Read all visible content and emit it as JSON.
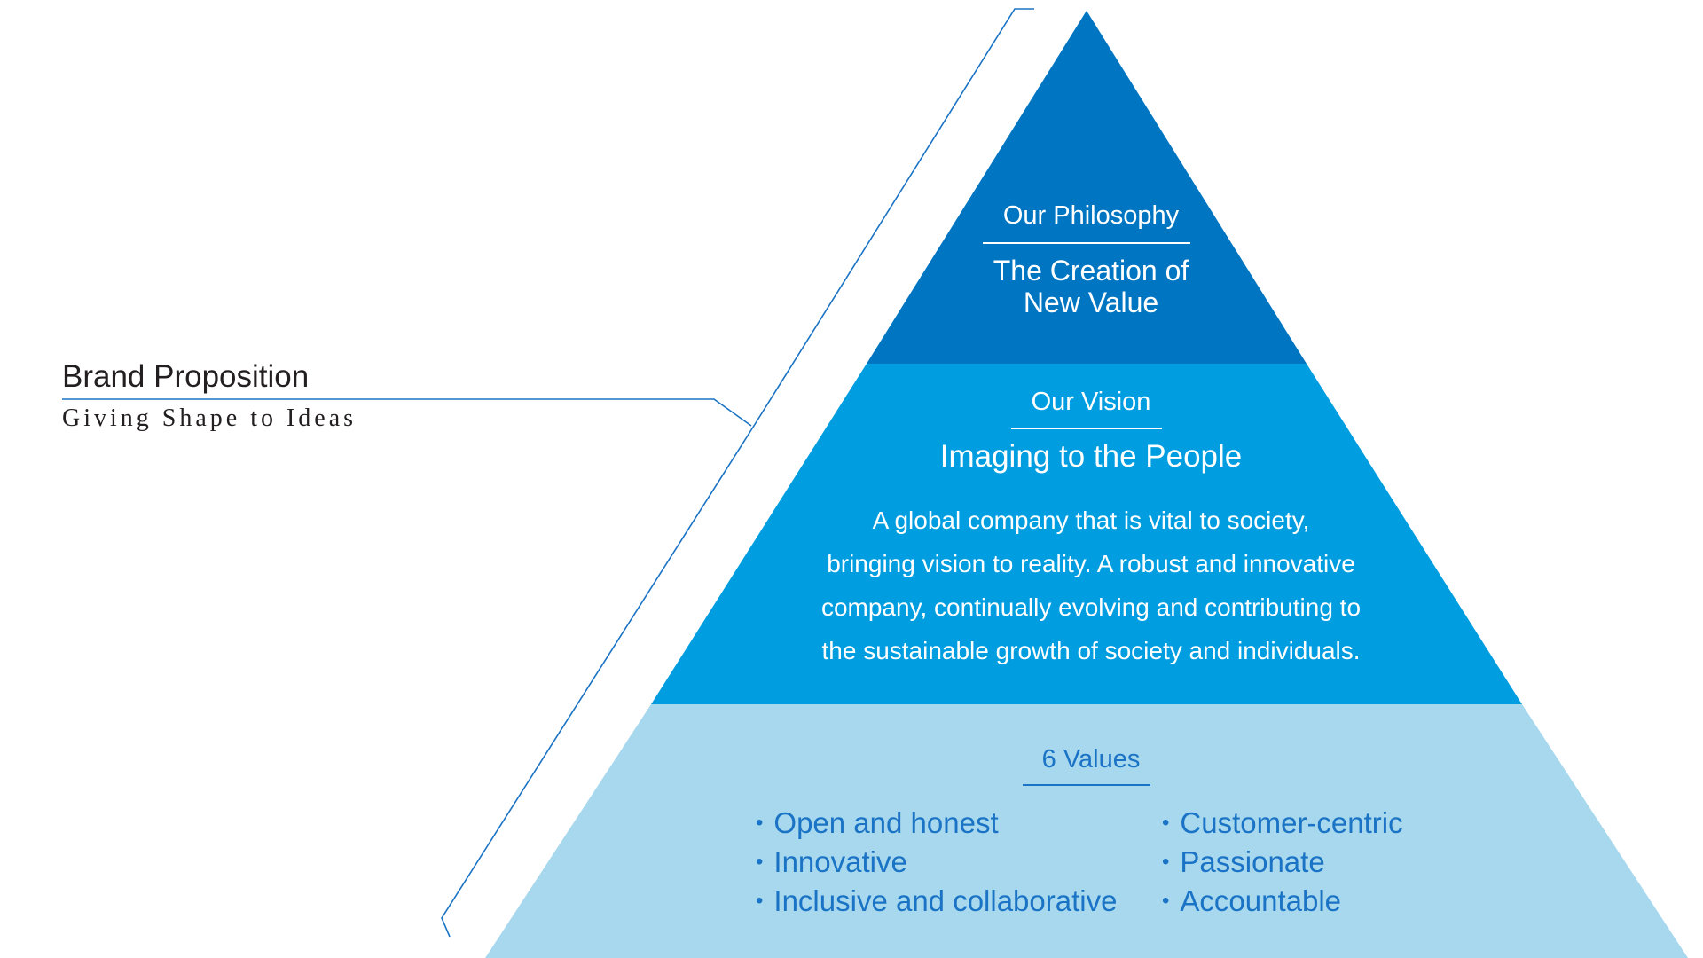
{
  "colors": {
    "apex": "#0075c2",
    "middle": "#009ee0",
    "base": "#a7d8ee",
    "accent_text": "#1a73c4",
    "bracket_line": "#1a73c4"
  },
  "brand_proposition": {
    "title": "Brand Proposition",
    "tagline": "Giving Shape to Ideas"
  },
  "philosophy": {
    "title": "Our Philosophy",
    "statement_line1": "The Creation of",
    "statement_line2": "New Value"
  },
  "vision": {
    "title": "Our Vision",
    "statement": "Imaging to the People",
    "description": [
      "A global company that is vital to society,",
      "bringing vision to reality. A robust and innovative",
      "company,  continually evolving and contributing to",
      "the sustainable growth of society and individuals."
    ]
  },
  "values": {
    "title": "6 Values",
    "left": [
      "Open and honest",
      "Innovative",
      "Inclusive and collaborative"
    ],
    "right": [
      "Customer-centric",
      "Passionate",
      "Accountable"
    ]
  }
}
